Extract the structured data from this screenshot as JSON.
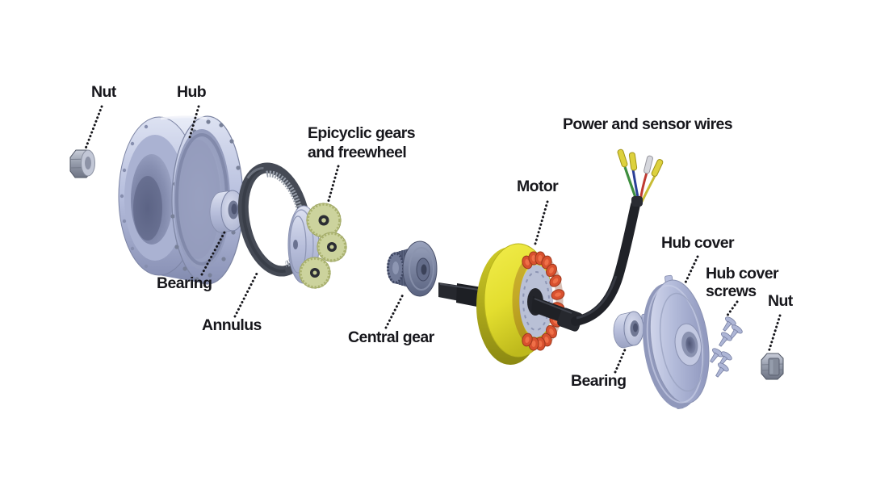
{
  "diagram": {
    "subject": "Exploded view of a geared electric hub motor",
    "background_color": "#ffffff",
    "label_color": "#17171c",
    "labels": {
      "nut_left": "Nut",
      "hub": "Hub",
      "bearing_left": "Bearing",
      "annulus": "Annulus",
      "epicyclic_line1": "Epicyclic gears",
      "epicyclic_line2": "and freewheel",
      "central_gear": "Central gear",
      "motor": "Motor",
      "power_sensor_wires": "Power and sensor wires",
      "hub_cover": "Hub cover",
      "hub_cover_screws_line1": "Hub cover",
      "hub_cover_screws_line2": "screws",
      "nut_right": "Nut",
      "bearing_right": "Bearing"
    },
    "part_colors": {
      "hub_metal": "#b9c1de",
      "annulus_ring": "#4a4f5a",
      "planet_gears": "#ccd39d",
      "central_gear_metal": "#6a7390",
      "motor_shell_yellow": "#e3de2f",
      "motor_coil_orange": "#d8512f",
      "axle_cable_black": "#202228",
      "wire_green": "#3e8e3e",
      "wire_blue": "#2b3f96",
      "wire_red": "#bf3a32",
      "wire_yellow": "#c7bb35",
      "connector_yellow": "#ddd13e",
      "connector_silver": "#d6d7dd",
      "nut_gray": "#9aa0af"
    }
  }
}
